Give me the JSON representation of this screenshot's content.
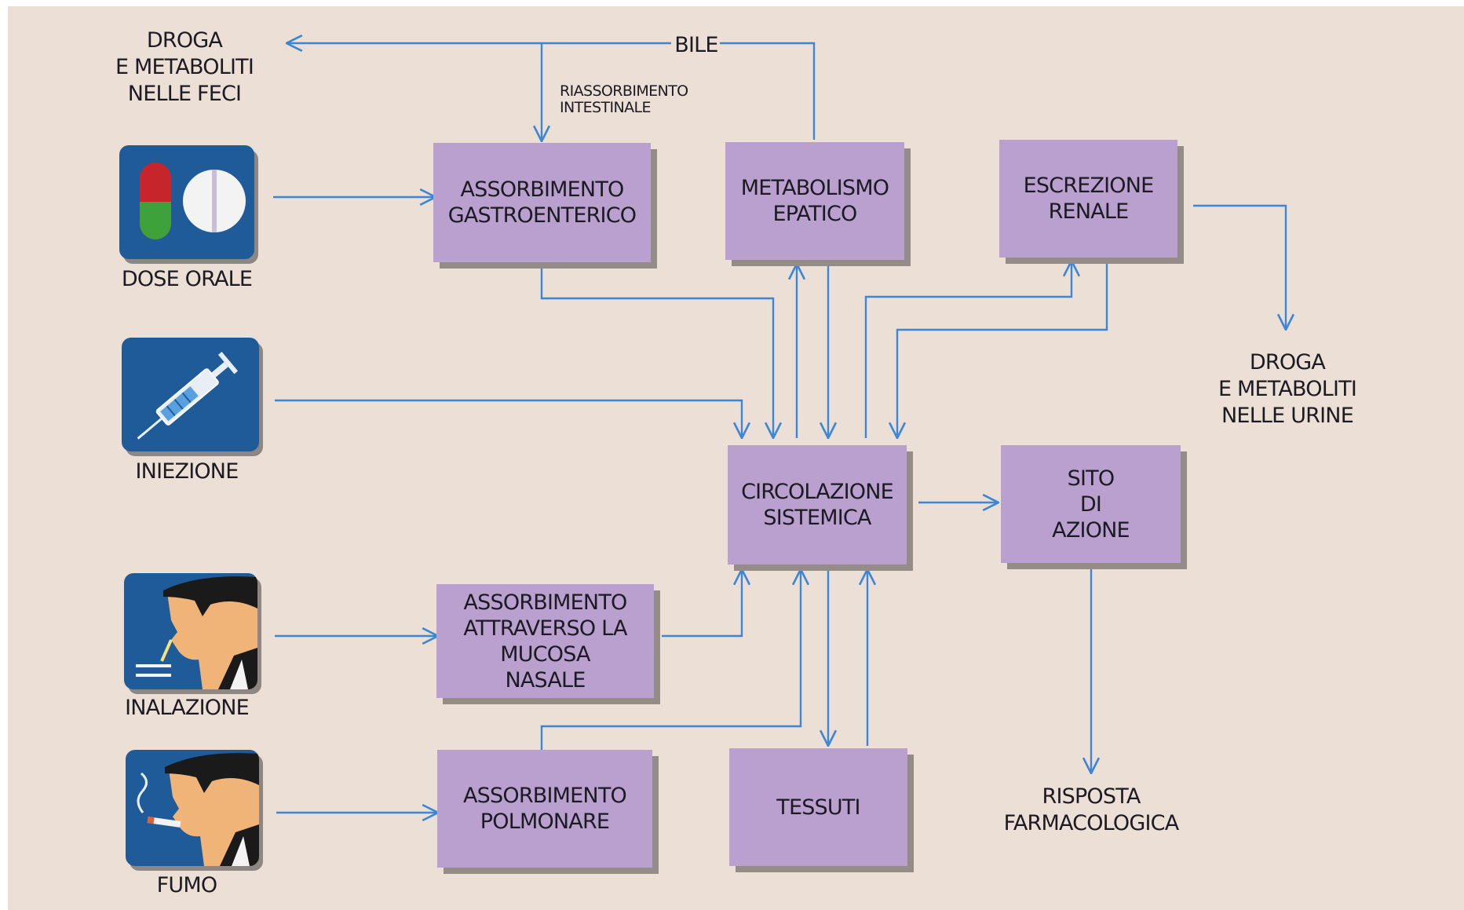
{
  "boxes": {
    "assorbimento_gastroenterico": "ASSORBIMENTO\nGASTROENTERICO",
    "metabolismo_epatico": "METABOLISMO\nEPATICO",
    "escrezione_renale": "ESCREZIONE\nRENALE",
    "circolazione_sistemica": "CIRCOLAZIONE\nSISTEMICA",
    "sito_di_azione": "SITO\nDI\nAZIONE",
    "assorbimento_nasale": "ASSORBIMENTO\nATTRAVERSO LA\nMUCOSA\nNASALE",
    "assorbimento_polmonare": "ASSORBIMENTO\nPOLMONARE",
    "tessuti": "TESSUTI"
  },
  "labels": {
    "feci": "DROGA\nE METABOLITI\nNELLE FECI",
    "urine": "DROGA\nE METABOLITI\nNELLE URINE",
    "bile": "BILE",
    "riassorbimento": "RIASSORBIMENTO\nINTESTINALE",
    "risposta": "RISPOSTA\nFARMACOLOGICA"
  },
  "routes": {
    "dose_orale": "DOSE ORALE",
    "iniezione": "INIEZIONE",
    "inalazione": "INALAZIONE",
    "fumo": "FUMO"
  },
  "icons": {
    "oral": "capsule-and-tablet-icon",
    "injection": "syringe-icon",
    "inhalation": "person-inhaling-icon",
    "smoking": "person-smoking-icon"
  },
  "colors": {
    "background": "#ecdfd6",
    "box": "#b9a0cf",
    "arrow": "#3d86d6",
    "icon_background": "#1f5b98"
  }
}
